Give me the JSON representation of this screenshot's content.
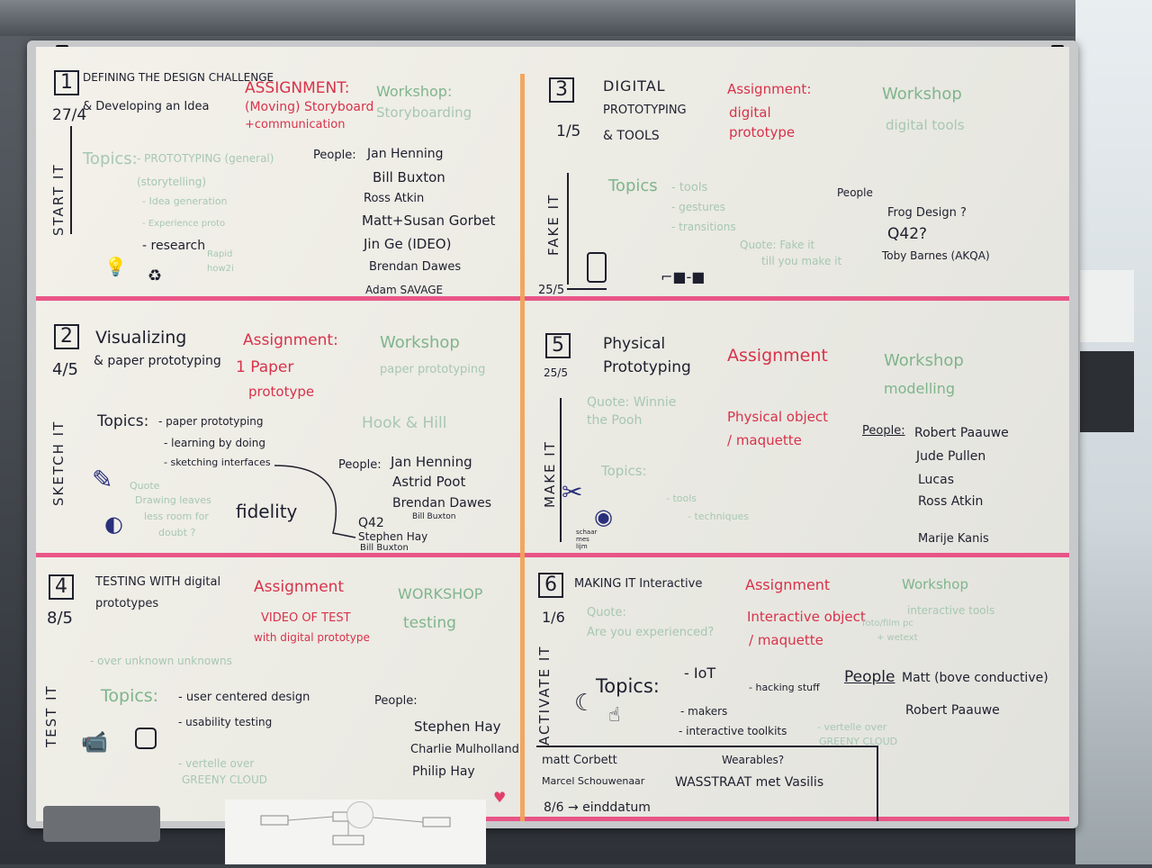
{
  "sections": [
    {
      "number": "1",
      "date": "27/4",
      "side_label": "START IT",
      "title_lines": [
        "DEFINING THE DESIGN CHALLENGE",
        "& Developing an Idea"
      ],
      "assignment": "ASSIGNMENT:",
      "assignment_detail": [
        "(Moving) Storyboard",
        "+communication"
      ],
      "workshop": "Workshop:",
      "workshop_detail": "Storyboarding",
      "topics_label": "Topics:",
      "topics": [
        "- PROTOTYPING (general)",
        "(storytelling)",
        "- Idea generation",
        "- Experience proto",
        "- research",
        "Rapid",
        "how2i"
      ],
      "people_label": "People:",
      "people": [
        "Jan Henning",
        "Bill Buxton",
        "Ross Atkin",
        "Matt+Susan Gorbet",
        "Jin Ge (IDEO)",
        "Brendan Dawes",
        "Adam SAVAGE"
      ]
    },
    {
      "number": "3",
      "date": "1/5",
      "side_label": "FAKE IT",
      "end_date": "25/5",
      "title_lines": [
        "DIGITAL",
        "PROTOTYPING",
        "& TOOLS"
      ],
      "assignment": "Assignment:",
      "assignment_detail": [
        "digital",
        "prototype"
      ],
      "workshop": "Workshop",
      "workshop_detail": "digital tools",
      "topics_label": "Topics",
      "topics": [
        "- tools",
        "- gestures",
        "- transitions"
      ],
      "quote": [
        "Quote: Fake it",
        "till you make it"
      ],
      "people_label": "People",
      "people": [
        "Frog Design ?",
        "Q42?",
        "Toby Barnes (AKQA)"
      ]
    },
    {
      "number": "2",
      "date": "4/5",
      "side_label": "SKETCH IT",
      "title_lines": [
        "Visualizing",
        "& paper prototyping"
      ],
      "assignment": "Assignment:",
      "assignment_detail": [
        "1 Paper",
        "prototype"
      ],
      "workshop": "Workshop",
      "workshop_detail": "paper prototyping",
      "topics_label": "Topics:",
      "topics": [
        "- paper prototyping",
        "- learning by doing",
        "- sketching interfaces"
      ],
      "extra": "Hook & Hill",
      "fidelity": "fidelity",
      "quote": [
        "Quote",
        "Drawing leaves",
        "less room for",
        "doubt ?"
      ],
      "people_label": "People:",
      "people": [
        "Jan Henning",
        "Astrid Poot",
        "Brendan Dawes",
        "Bill Buxton",
        "Q42",
        "Stephen Hay",
        "Bill Buxton"
      ]
    },
    {
      "number": "5",
      "date": "25/5",
      "side_label": "MAKE IT",
      "title_lines": [
        "Physical",
        "Prototyping"
      ],
      "assignment": "Assignment",
      "assignment_detail": [
        "Physical object",
        "/ maquette"
      ],
      "workshop": "Workshop",
      "workshop_detail": "modelling",
      "quote": [
        "Quote: Winnie",
        "the Pooh"
      ],
      "topics_label": "Topics:",
      "topics": [
        "- tools",
        "- techniques"
      ],
      "icon_caption": [
        "schaar",
        "mes",
        "lijm"
      ],
      "people_label": "People:",
      "people": [
        "Robert Paauwe",
        "Jude Pullen",
        "Lucas",
        "Ross Atkin",
        "Marije Kanis"
      ]
    },
    {
      "number": "4",
      "date": "8/5",
      "side_label": "TEST IT",
      "title_lines": [
        "TESTING WITH digital",
        "prototypes"
      ],
      "assignment": "Assignment",
      "assignment_detail": [
        "VIDEO OF TEST",
        "with digital prototype"
      ],
      "workshop": "WORKSHOP",
      "workshop_detail": "testing",
      "faint": "- over unknown unknowns",
      "topics_label": "Topics:",
      "topics": [
        "- user centered design",
        "- usability testing",
        "- vertelle over",
        "GREENY CLOUD"
      ],
      "people_label": "People:",
      "people": [
        "Stephen Hay",
        "Charlie Mulholland",
        "Philip Hay"
      ]
    },
    {
      "number": "6",
      "date": "1/6",
      "side_label": "ACTIVATE IT",
      "title_lines": [
        "MAKING IT Interactive"
      ],
      "assignment": "Assignment",
      "assignment_detail": [
        "Interactive object",
        "/ maquette"
      ],
      "assignment_note": [
        "foto/film pc",
        "+ wetext"
      ],
      "workshop": "Workshop",
      "workshop_detail": "interactive tools",
      "quote": [
        "Quote:",
        "Are you experienced?"
      ],
      "topics_label": "Topics:",
      "topics": [
        "- IoT",
        "- makers",
        "- interactive toolkits",
        "- hacking stuff",
        "- vertelle over",
        "GREENY CLOUD"
      ],
      "people_label": "People",
      "people": [
        "Matt (bove conductive)",
        "Robert Paauwe"
      ],
      "footer": [
        "matt Corbett",
        "Marcel Schouwenaar",
        "Wearables?",
        "WASSTRAAT met Vasilis",
        "8/6 → einddatum"
      ]
    }
  ]
}
